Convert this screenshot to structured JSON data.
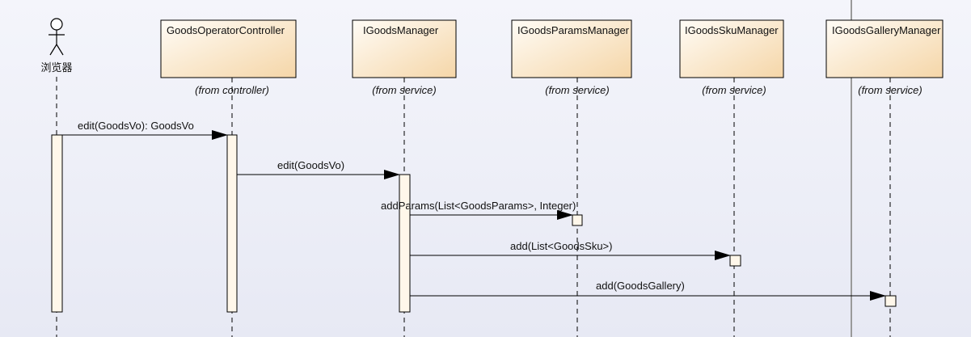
{
  "diagram": {
    "type": "sequence",
    "actor": {
      "name": "浏览器"
    },
    "participants": [
      {
        "name": "GoodsOperatorController",
        "stereotype": "(from controller)"
      },
      {
        "name": "IGoodsManager",
        "stereotype": "(from service)"
      },
      {
        "name": "IGoodsParamsManager",
        "stereotype": "(from service)"
      },
      {
        "name": "IGoodsSkuManager",
        "stereotype": "(from service)"
      },
      {
        "name": "IGoodsGalleryManager",
        "stereotype": "(from service)"
      }
    ],
    "messages": [
      {
        "from": "浏览器",
        "to": "GoodsOperatorController",
        "label": "edit(GoodsVo): GoodsVo"
      },
      {
        "from": "GoodsOperatorController",
        "to": "IGoodsManager",
        "label": "edit(GoodsVo)"
      },
      {
        "from": "IGoodsManager",
        "to": "IGoodsParamsManager",
        "label": "addParams(List<GoodsParams>, Integer)"
      },
      {
        "from": "IGoodsManager",
        "to": "IGoodsSkuManager",
        "label": "add(List<GoodsSku>)"
      },
      {
        "from": "IGoodsManager",
        "to": "IGoodsGalleryManager",
        "label": "add(GoodsGallery)"
      }
    ]
  },
  "colors": {
    "box_fill_top": "#fffaf0",
    "box_fill_bottom": "#f6d9ad",
    "activation_fill": "#fff7ea",
    "line": "#000000",
    "background": "#eceef7"
  }
}
